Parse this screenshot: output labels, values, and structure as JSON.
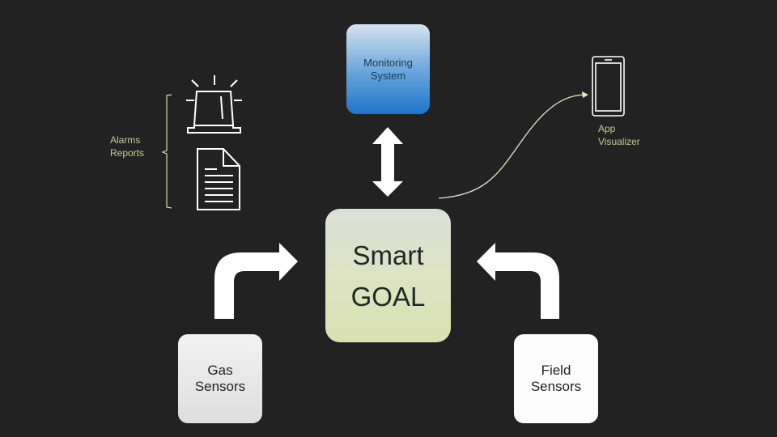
{
  "diagram": {
    "nodes": {
      "monitoring": {
        "lines": [
          "Monitoring",
          "System"
        ]
      },
      "goal": {
        "lines": [
          "Smart",
          "GOAL"
        ]
      },
      "gas": {
        "lines": [
          "Gas",
          "Sensors"
        ]
      },
      "field": {
        "lines": [
          "Field",
          "Sensors"
        ]
      }
    },
    "labels": {
      "alarms_reports": [
        "Alarms",
        "Reports"
      ],
      "app_visualizer": [
        "App",
        "Visualizer"
      ]
    },
    "icons": [
      "siren-icon",
      "document-icon",
      "smartphone-icon"
    ],
    "connectors": [
      {
        "from": "goal",
        "to": "monitoring",
        "type": "double-arrow"
      },
      {
        "from": "gas",
        "to": "goal",
        "type": "bent-arrow"
      },
      {
        "from": "field",
        "to": "goal",
        "type": "bent-arrow"
      },
      {
        "from": "goal",
        "to": "app_visualizer",
        "type": "curved-arrow"
      },
      {
        "from": "alarms_reports",
        "to": "icons",
        "type": "brace"
      }
    ],
    "colors": {
      "background": "#222222",
      "label_text": "#c7c995",
      "monitoring_fill": "#1f74c9",
      "goal_fill": "#d9e2b1"
    }
  }
}
